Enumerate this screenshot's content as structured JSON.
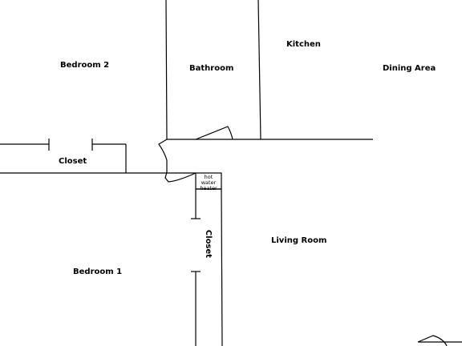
{
  "rooms": {
    "bedroom2": "Bedroom 2",
    "bathroom": "Bathroom",
    "kitchen": "Kitchen",
    "dining": "Dining Area",
    "closet_top": "Closet",
    "hot_water_heater": "hot water heater",
    "closet_side": "Closet",
    "living_room": "Living Room",
    "bedroom1": "Bedroom 1"
  },
  "colors": {
    "line": "#000000",
    "background": "#ffffff"
  }
}
